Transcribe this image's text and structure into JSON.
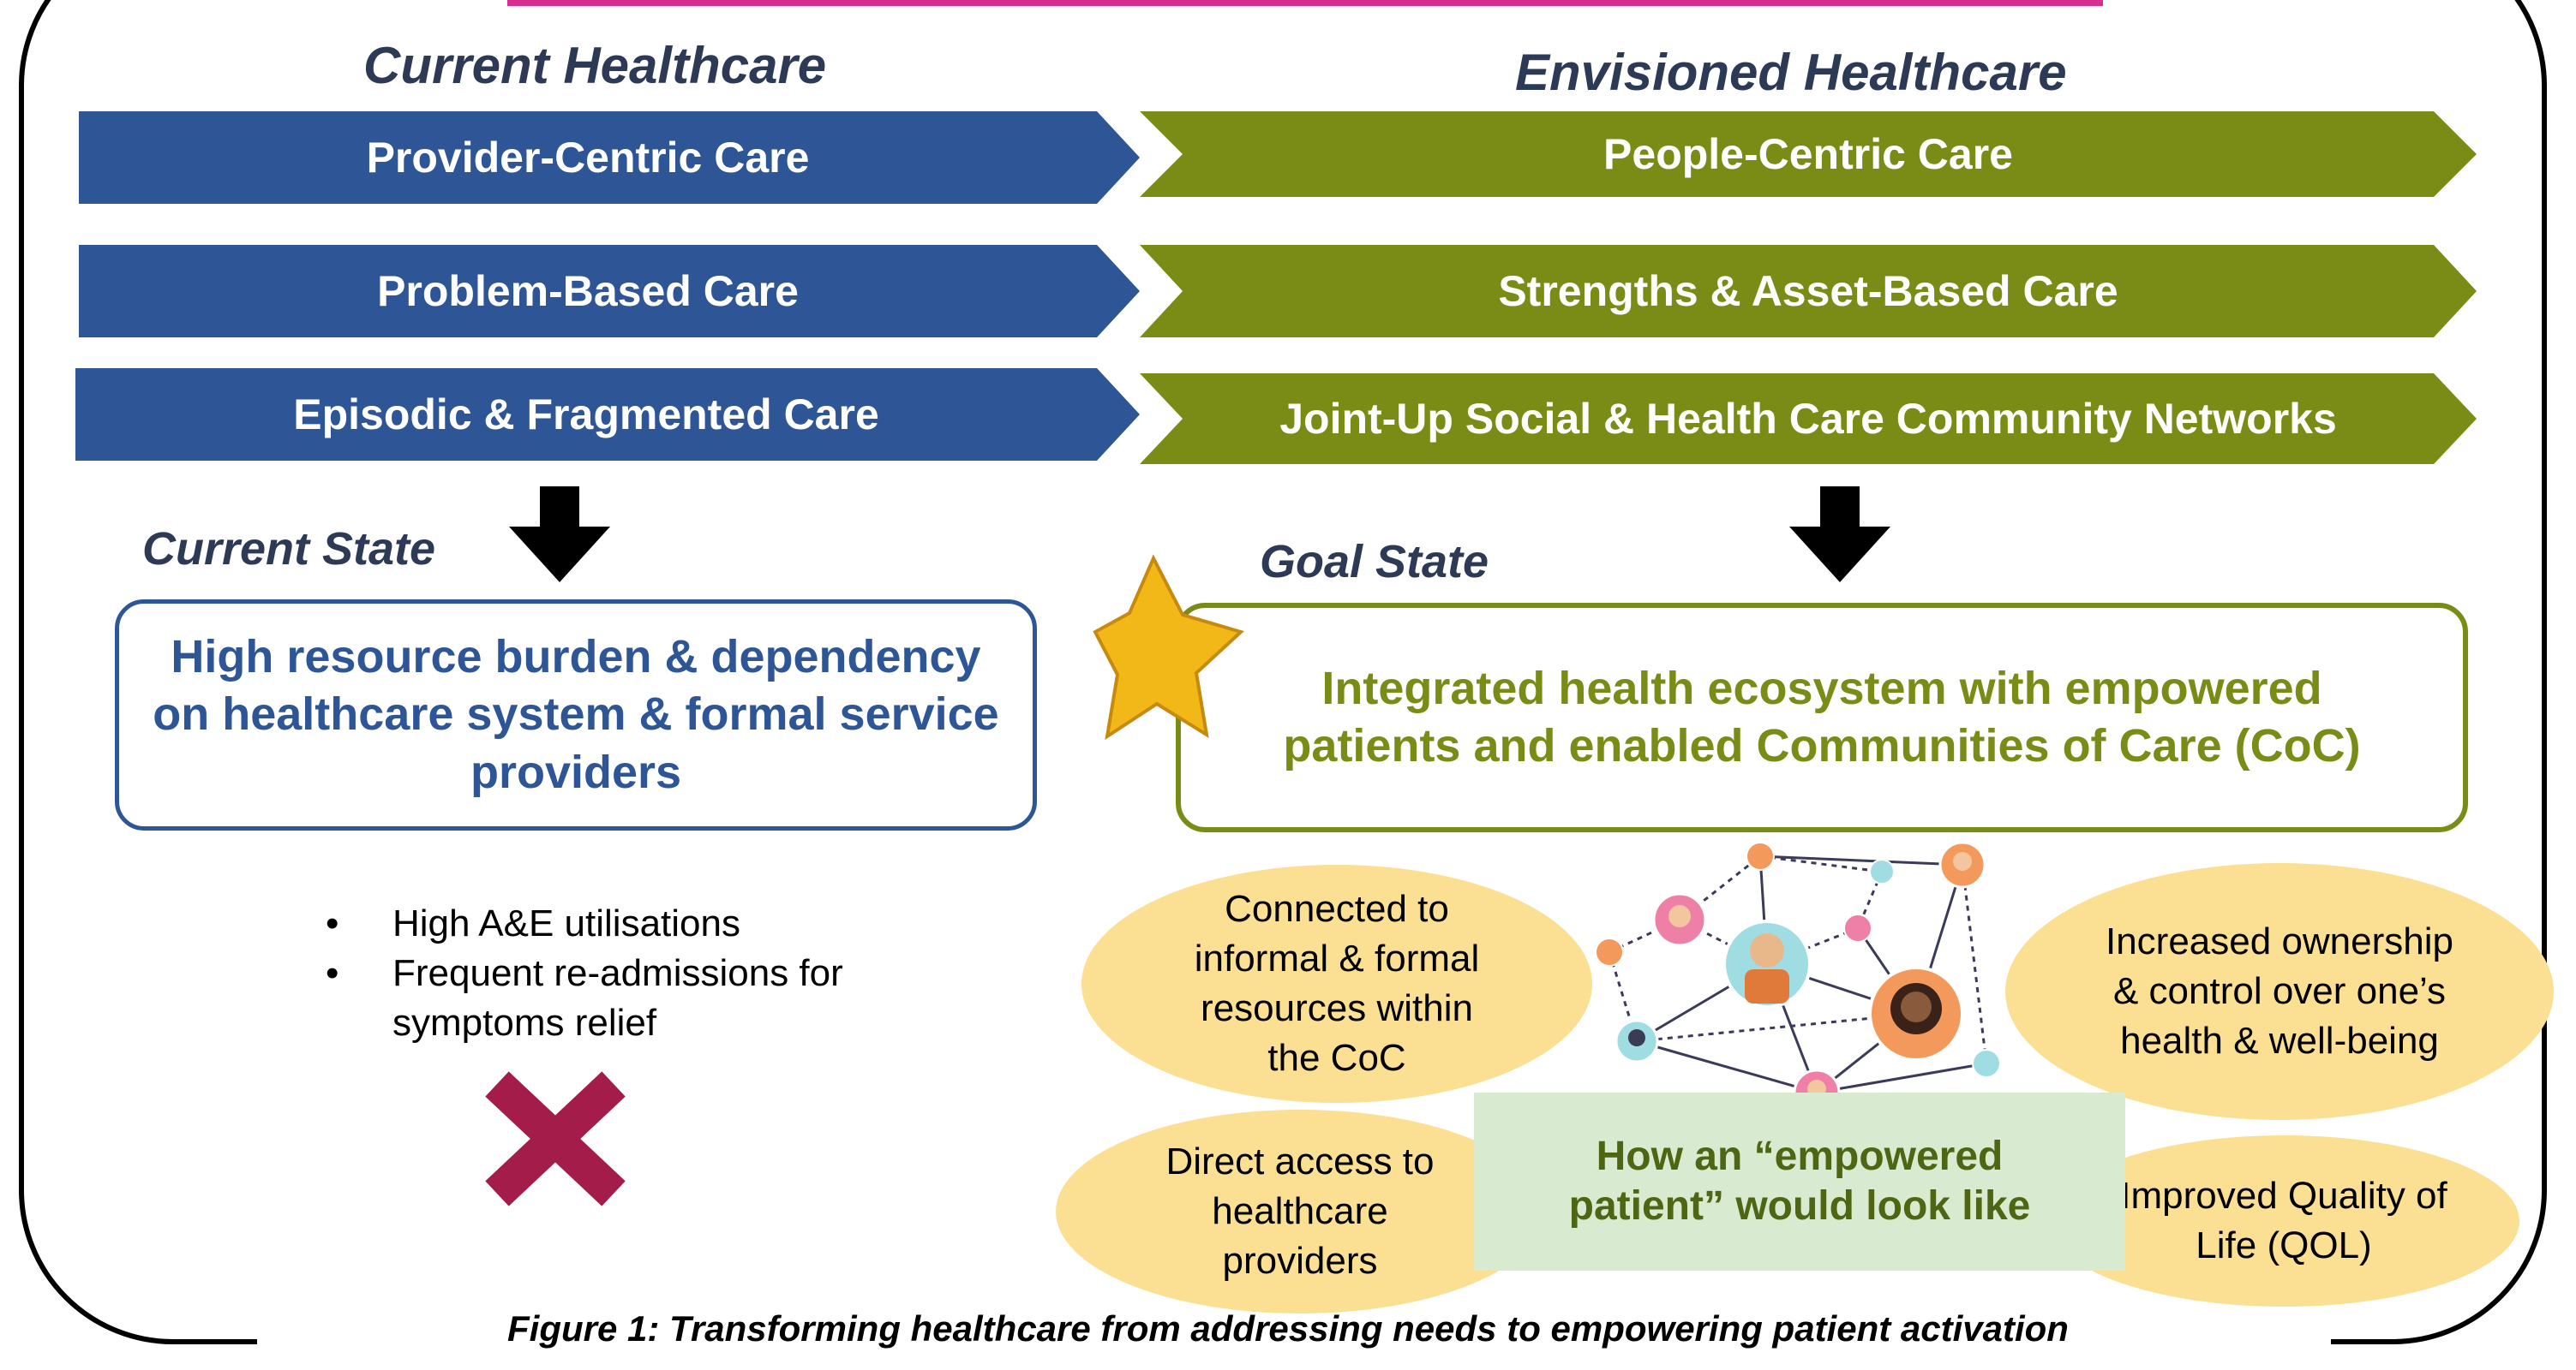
{
  "header": {
    "left_title": "Current Healthcare",
    "right_title": "Envisioned Healthcare"
  },
  "current_arrows": [
    "Provider-Centric Care",
    "Problem-Based Care",
    "Episodic & Fragmented Care"
  ],
  "envisioned_arrows": [
    "People-Centric Care",
    "Strengths & Asset-Based Care",
    "Joint-Up Social & Health Care Community Networks"
  ],
  "current_state": {
    "title": "Current State",
    "box_text": "High resource burden & dependency on healthcare system & formal service providers",
    "bullets": [
      "High A&E utilisations",
      "Frequent re-admissions for symptoms relief"
    ],
    "marker": "x-mark-icon"
  },
  "goal_state": {
    "title": "Goal State",
    "box_text": "Integrated health ecosystem with empowered patients and enabled Communities of Care (CoC)",
    "marker": "star-icon"
  },
  "attributes": {
    "top_left": "Connected to informal & formal resources within the CoC",
    "bottom_left": "Direct access to healthcare providers",
    "top_right": "Increased ownership & control over one’s health & well-being",
    "bottom_right": "Improved Quality of Life (QOL)",
    "center": "How an “empowered patient” would look like"
  },
  "caption": "Figure 1: Transforming healthcare from addressing needs to empowering patient activation",
  "colors": {
    "blue": "#2e5595",
    "green": "#7a8c16",
    "ellipse": "#fbdf92",
    "center_box": "#d8ead0",
    "x_mark": "#a31c4a",
    "star": "#f2b818",
    "top_bar": "#d62f8e"
  }
}
